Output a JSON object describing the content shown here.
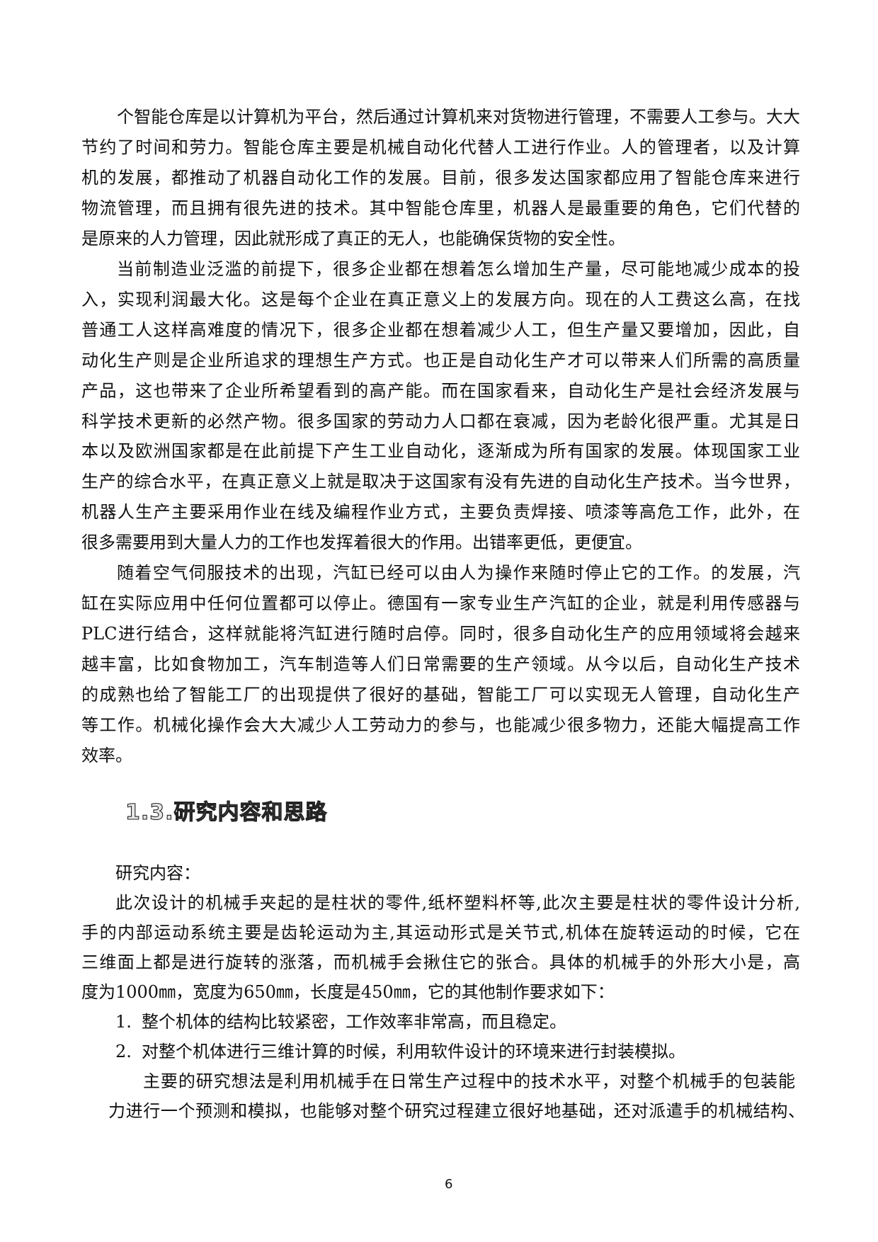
{
  "body": {
    "paragraphs": [
      {
        "lines": [
          "个智能仓库是以计算机为平台，然后通过计算机来对货物进行管理，不需要人工参与。大大",
          "节约了时间和劳力。智能仓库主要是机械自动化代替人工进行作业。人的管理者，以及计算",
          "机的发展，都推动了机器自动化工作的发展。目前，很多发达国家都应用了智能仓库来进行",
          "物流管理，而且拥有很先进的技术。其中智能仓库里，机器人是最重要的角色，它们代替的",
          "是原来的人力管理，因此就形成了真正的无人，也能确保货物的安全性。"
        ]
      },
      {
        "lines": [
          "当前制造业泛滥的前提下，很多企业都在想着怎么增加生产量，尽可能地减少成本的投",
          "入，实现利润最大化。这是每个企业在真正意义上的发展方向。现在的人工费这么高，在找",
          "普通工人这样高难度的情况下，很多企业都在想着减少人工，但生产量又要增加，因此，自",
          "动化生产则是企业所追求的理想生产方式。也正是自动化生产才可以带来人们所需的高质量",
          "产品，这也带来了企业所希望看到的高产能。而在国家看来，自动化生产是社会经济发展与",
          "科学技术更新的必然产物。很多国家的劳动力人口都在衰减，因为老龄化很严重。尤其是日",
          "本以及欧洲国家都是在此前提下产生工业自动化，逐渐成为所有国家的发展。体现国家工业",
          "生产的综合水平，在真正意义上就是取决于这国家有没有先进的自动化生产技术。当今世界，",
          "机器人生产主要采用作业在线及编程作业方式，主要负责焊接、喷漆等高危工作，此外，在",
          "很多需要用到大量人力的工作也发挥着很大的作用。出错率更低，更便宜。"
        ]
      },
      {
        "lines": [
          "随着空气伺服技术的出现，汽缸已经可以由人为操作来随时停止它的工作。的发展，汽",
          "缸在实际应用中任何位置都可以停止。德国有一家专业生产汽缸的企业，就是利用传感器与",
          "PLC进行结合，这样就能将汽缸进行随时启停。同时，很多自动化生产的应用领域将会越来",
          "越丰富，比如食物加工，汽车制造等人们日常需要的生产领域。从今以后，自动化生产技术",
          "的成熟也给了智能工厂的出现提供了很好的基础，智能工厂可以实现无人管理，自动化生产",
          "等工作。机械化操作会大大减少人工劳动力的参与，也能减少很多物力，还能大幅提高工作",
          "效率。"
        ]
      }
    ]
  },
  "section": {
    "heading": "1.3.研究内容和思路",
    "label": "研究内容：",
    "paragraph_lines": [
      "此次设计的机械手夹起的是柱状的零件,纸杯塑料杯等,此次主要是柱状的零件设计分析,",
      "手的内部运动系统主要是齿轮运动为主,其运动形式是关节式,机体在旋转运动的时候，它在",
      "三维面上都是进行旋转的涨落，而机械手会揪住它的张合。具体的机械手的外形大小是，高",
      "度为1000㎜，宽度为650㎜，长度是450㎜，它的其他制作要求如下："
    ],
    "list": [
      {
        "number": "1.",
        "text": "整个机体的结构比较紧密，工作效率非常高，而且稳定。"
      },
      {
        "number": "2.",
        "text": "对整个机体进行三维计算的时候，利用软件设计的环境来进行封装模拟。"
      }
    ],
    "closing_lines": [
      "主要的研究想法是利用机械手在日常生产过程中的技术水平，对整个机械手的包装能",
      "力进行一个预测和模拟，也能够对整个研究过程建立很好地基础，还对派遣手的机械结构、"
    ]
  },
  "footer": {
    "page_number": "6"
  }
}
